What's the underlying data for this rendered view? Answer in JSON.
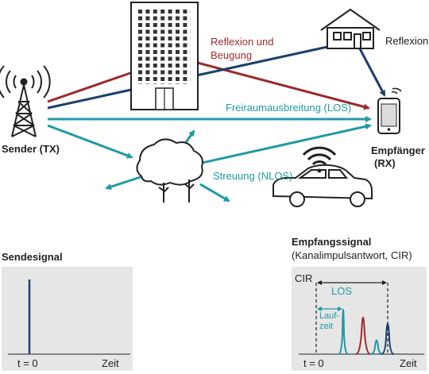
{
  "labels": {
    "sender": "Sender (TX)",
    "receiver_line1": "Empfänger",
    "receiver_line2": "(RX)",
    "reflection_diffraction_line1": "Reflexion und",
    "reflection_diffraction_line2": "Beugung",
    "reflection": "Reflexion",
    "los_path": "Freiraumausbreitung (LOS)",
    "scattering": "Streuung (NLOS)"
  },
  "send_panel": {
    "title": "Sendesignal",
    "x_origin": "t = 0",
    "x_label": "Zeit"
  },
  "receive_panel": {
    "title": "Empfangssignal",
    "subtitle": "(Kanalimpulsantwort, CIR)",
    "y_label": "CIR",
    "los_label": "LOS",
    "delay_line1": "Lauf-",
    "delay_line2": "zeit",
    "x_origin": "t = 0",
    "x_label": "Zeit"
  },
  "colors": {
    "direct": "#1f9aa5",
    "reflection_diffraction": "#9b2b2b",
    "reflection": "#1d3f6e",
    "scattering": "#1f9aa5",
    "panel_background": "#e6e6e6"
  }
}
